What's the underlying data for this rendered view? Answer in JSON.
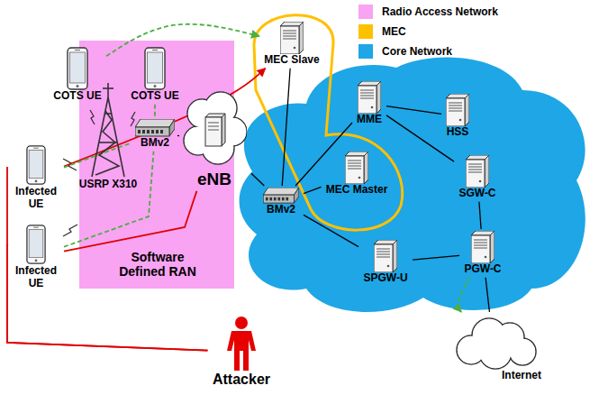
{
  "diagram": {
    "nodes": [
      {
        "text": [
          "Software Defined RAN"
        ]
      },
      {
        "text": [
          "USRP X310"
        ],
        "in": 0
      },
      {
        "text": [
          "BMv2"
        ],
        "in": 0
      },
      {
        "text": [
          "eNB"
        ],
        "in": 0
      },
      {
        "text": [
          "COTS UE"
        ]
      },
      {
        "text": [
          "COTS UE"
        ]
      },
      {
        "text": [
          "Infected UE"
        ]
      },
      {
        "text": [
          "Infected UE"
        ]
      },
      {
        "text": [
          "MEC Slave"
        ]
      },
      {
        "text": [
          "MME"
        ]
      },
      {
        "text": [
          "HSS"
        ]
      },
      {
        "text": [
          "SGW-C"
        ]
      },
      {
        "text": [
          "MEC Master"
        ]
      },
      {
        "text": [
          "BMv2"
        ]
      },
      {
        "text": [
          "SPGW-U"
        ]
      },
      {
        "text": [
          "PGW-C"
        ]
      },
      {
        "text": [
          "Internet"
        ]
      },
      {
        "text": [
          "Attacker"
        ]
      }
    ],
    "edges": [
      {
        "from": 2,
        "to": 3,
        "arrow": "none"
      },
      {
        "from": 3,
        "to": 13,
        "arrow": "none"
      },
      {
        "from": 13,
        "to": 8,
        "arrow": "none"
      },
      {
        "from": 13,
        "to": 12,
        "arrow": "none"
      },
      {
        "from": 13,
        "to": 9,
        "arrow": "none"
      },
      {
        "from": 13,
        "to": 14,
        "arrow": "none"
      },
      {
        "from": 9,
        "to": 10,
        "arrow": "none"
      },
      {
        "from": 9,
        "to": 11,
        "arrow": "none"
      },
      {
        "from": 11,
        "to": 15,
        "arrow": "none"
      },
      {
        "from": 14,
        "to": 15,
        "arrow": "none"
      },
      {
        "from": 15,
        "to": 16,
        "arrow": "none"
      },
      {
        "from": 15,
        "to": 16,
        "arrow": "to"
      },
      {
        "from": 17,
        "to": 6,
        "arrow": "none"
      },
      {
        "from": 17,
        "to": 7,
        "arrow": "none"
      },
      {
        "from": 6,
        "to": 8,
        "arrow": "to"
      },
      {
        "from": 7,
        "to": 3,
        "arrow": "none"
      },
      {
        "from": 4,
        "to": 8,
        "arrow": "to"
      },
      {
        "from": 5,
        "to": 2,
        "arrow": "none"
      },
      {
        "from": 6,
        "to": 2,
        "arrow": "none"
      },
      {
        "from": 7,
        "to": 2,
        "arrow": "none"
      }
    ],
    "legend": [
      {
        "text": "Radio Access Network",
        "color": "#f9a3f3"
      },
      {
        "text": "MEC",
        "color": "#ffc000"
      },
      {
        "text": "Core Network",
        "color": "#1ea6e6"
      }
    ]
  }
}
